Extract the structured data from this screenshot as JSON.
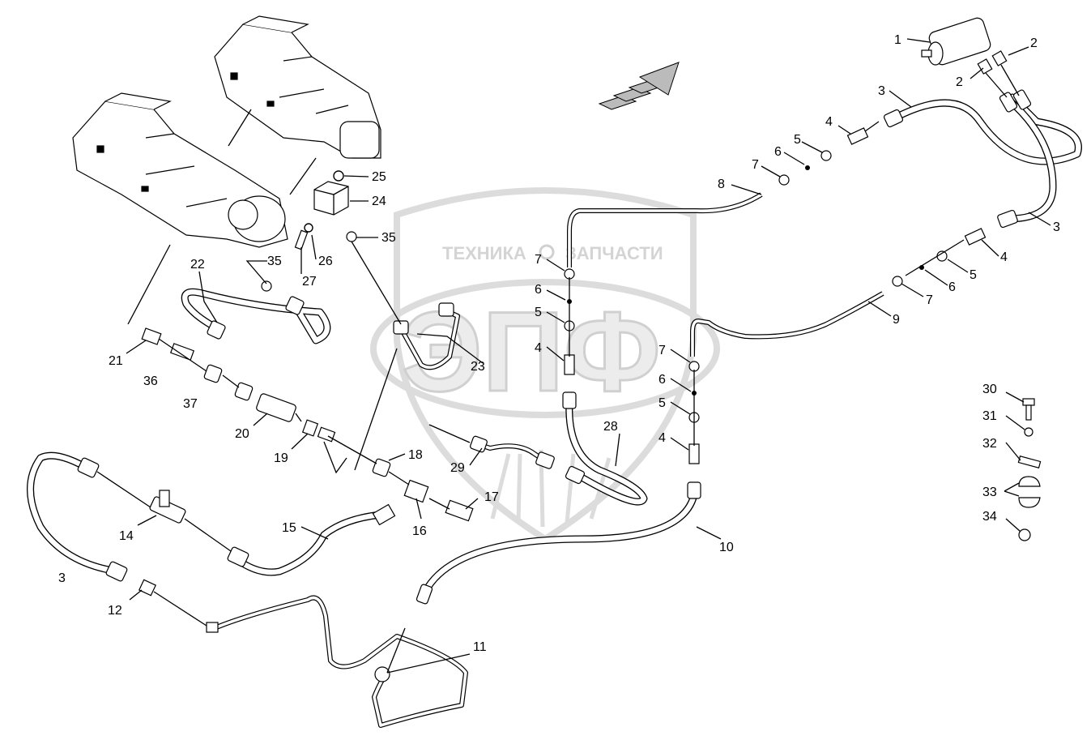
{
  "watermark": {
    "left_text": "ТЕХНИКА",
    "right_text": "ЗАПЧАСТИ",
    "big_text": "ЭПФ"
  },
  "callouts": {
    "c1": "1",
    "c2a": "2",
    "c2b": "2",
    "c3a": "3",
    "c3b": "3",
    "c3c": "3",
    "c4a": "4",
    "c4b": "4",
    "c4c": "4",
    "c4d": "4",
    "c5a": "5",
    "c5b": "5",
    "c5c": "5",
    "c5d": "5",
    "c6a": "6",
    "c6b": "6",
    "c6c": "6",
    "c6d": "6",
    "c7a": "7",
    "c7b": "7",
    "c7c": "7",
    "c7d": "7",
    "c8": "8",
    "c9": "9",
    "c10": "10",
    "c11": "11",
    "c12": "12",
    "c14": "14",
    "c15": "15",
    "c16": "16",
    "c17": "17",
    "c18": "18",
    "c19": "19",
    "c20": "20",
    "c21": "21",
    "c22": "22",
    "c23": "23",
    "c24": "24",
    "c25": "25",
    "c26": "26",
    "c27": "27",
    "c28": "28",
    "c29": "29",
    "c30": "30",
    "c31": "31",
    "c32": "32",
    "c33": "33",
    "c34": "34",
    "c35a": "35",
    "c35b": "35",
    "c36": "36",
    "c37": "37"
  }
}
